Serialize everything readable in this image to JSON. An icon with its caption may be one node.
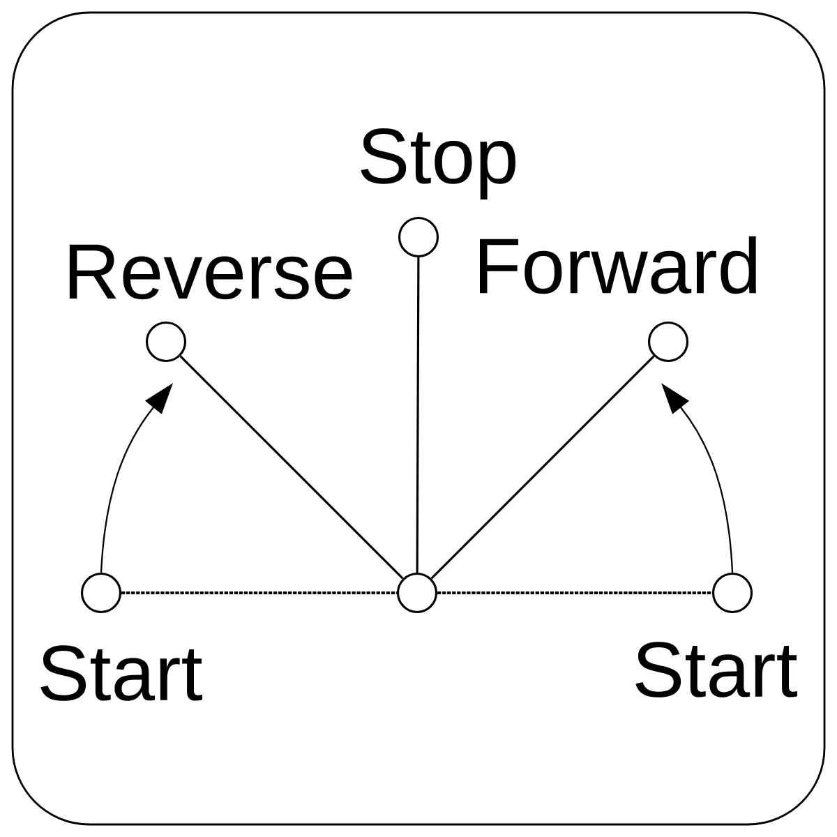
{
  "diagram": {
    "nodes": [
      {
        "text": [
          "Stop"
        ]
      },
      {
        "text": [
          "Reverse"
        ]
      },
      {
        "text": [
          "Forward"
        ]
      },
      {
        "text": [
          "Start"
        ]
      },
      {
        "text": [],
        "shape": "circle"
      },
      {
        "text": [
          "Start"
        ]
      }
    ],
    "edges": [
      {
        "from": 4,
        "to": 1,
        "arrow": "none"
      },
      {
        "from": 4,
        "to": 0,
        "arrow": "none"
      },
      {
        "from": 4,
        "to": 2,
        "arrow": "none"
      },
      {
        "from": 3,
        "to": 4,
        "arrow": "none",
        "style": "dashed"
      },
      {
        "from": 4,
        "to": 5,
        "arrow": "none",
        "style": "dashed"
      },
      {
        "from": 3,
        "to": 1,
        "arrow": "to"
      },
      {
        "from": 5,
        "to": 2,
        "arrow": "to"
      }
    ]
  }
}
